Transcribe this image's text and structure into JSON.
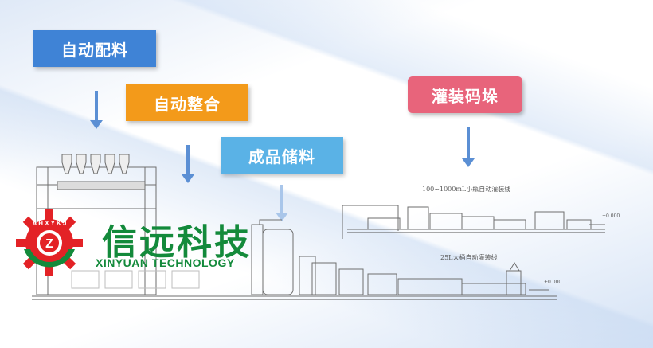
{
  "steps": {
    "batching": "自动配料",
    "mixing": "自动整合",
    "storage": "成品储料",
    "filling": "灌装码垛"
  },
  "colors": {
    "batching": "#3f83d6",
    "mixing": "#f39a1a",
    "storage": "#5ab2e6",
    "filling": "#e8647b",
    "brand": "#138a3b",
    "logo_red": "#e32226"
  },
  "lines": {
    "small_bottle": "100~1000mL小瓶自动灌装线",
    "big_bucket": "25L大桶自动灌装线",
    "mark_top": "+0.000",
    "mark_bottom": "+0.000"
  },
  "brand": {
    "name_cn": "信远科技",
    "name_en": "XINYUAN TECHNOLOGY",
    "logo_ring": "A H X Y K J",
    "logo_center": "Z"
  }
}
